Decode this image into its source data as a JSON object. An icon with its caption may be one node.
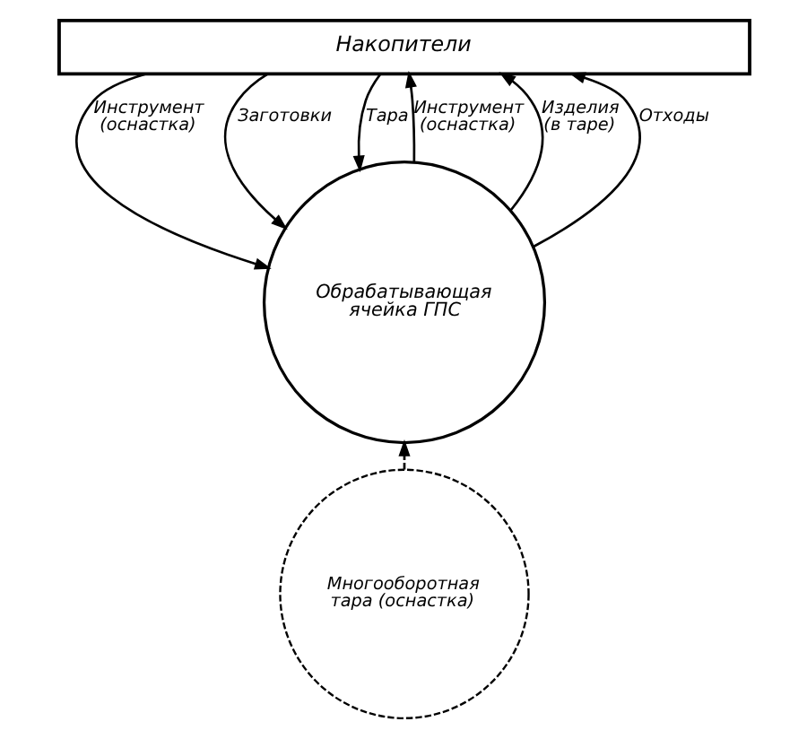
{
  "diagram": {
    "nodes": [
      {
        "text": [
          "Накопители"
        ]
      },
      {
        "text": [
          "Обрабатывающая ячейка ГПС"
        ]
      },
      {
        "text": [
          "Многооборотная тара (оснастка)"
        ]
      }
    ],
    "edges": [
      {
        "from": 0,
        "to": 1,
        "arrow": "to",
        "label": "Инструмент (оснастка)"
      },
      {
        "from": 0,
        "to": 1,
        "arrow": "to",
        "label": "Заготовки"
      },
      {
        "from": 0,
        "to": 1,
        "arrow": "to",
        "label": "Тара"
      },
      {
        "from": 1,
        "to": 0,
        "arrow": "to",
        "label": "Инструмент (оснастка)"
      },
      {
        "from": 1,
        "to": 0,
        "arrow": "to",
        "label": "Изделия (в таре)"
      },
      {
        "from": 1,
        "to": 0,
        "arrow": "to",
        "label": "Отходы"
      },
      {
        "from": 2,
        "to": 1,
        "arrow": "to",
        "style": "dashed"
      }
    ]
  }
}
